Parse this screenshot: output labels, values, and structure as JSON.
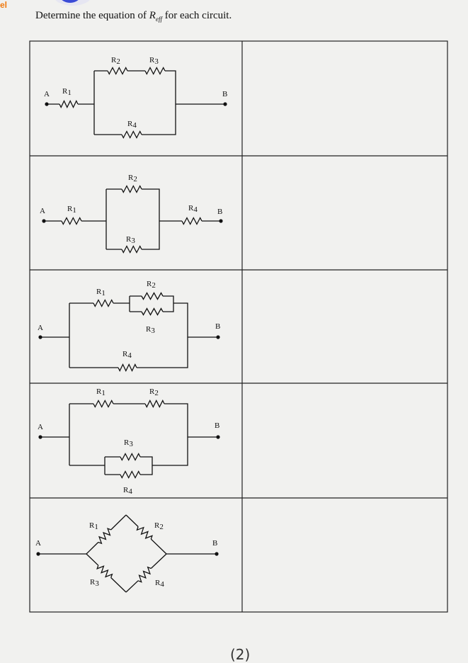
{
  "corner_tag": "el",
  "instruction": {
    "before": "Determine the equation of ",
    "symbol": "R",
    "subscript": "eff",
    "after": " for each circuit."
  },
  "circuits": [
    {
      "A": "A",
      "B": "B",
      "R1": "R",
      "s1": "1",
      "R2": "R",
      "s2": "2",
      "R3": "R",
      "s3": "3",
      "R4": "R",
      "s4": "4"
    },
    {
      "A": "A",
      "B": "B",
      "R1": "R",
      "s1": "1",
      "R2": "R",
      "s2": "2",
      "R3": "R",
      "s3": "3",
      "R4": "R",
      "s4": "4"
    },
    {
      "A": "A",
      "B": "B",
      "R1": "R",
      "s1": "1",
      "R2": "R",
      "s2": "2",
      "R3": "R",
      "s3": "3",
      "R4": "R",
      "s4": "4"
    },
    {
      "A": "A",
      "B": "B",
      "R1": "R",
      "s1": "1",
      "R2": "R",
      "s2": "2",
      "R3": "R",
      "s3": "3",
      "R4": "R",
      "s4": "4"
    },
    {
      "A": "A",
      "B": "B",
      "R1": "R",
      "s1": "1",
      "R2": "R",
      "s2": "2",
      "R3": "R",
      "s3": "3",
      "R4": "R",
      "s4": "4"
    }
  ],
  "handwritten_page_number": "(2)"
}
